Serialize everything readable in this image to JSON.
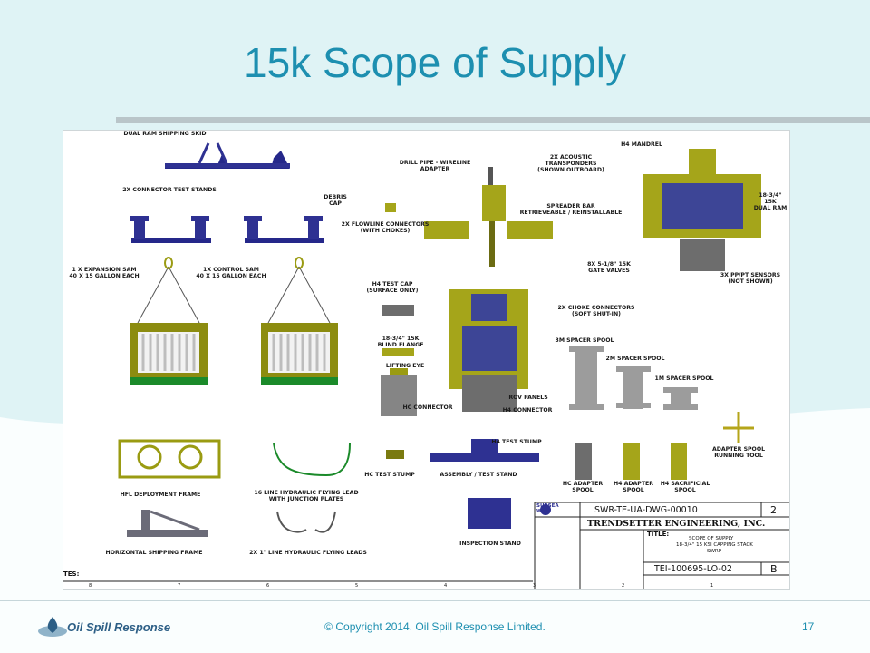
{
  "slide": {
    "title": "15k Scope of Supply",
    "copyright": "© Copyright 2014.  Oil Spill Response Limited.",
    "page_number": "17",
    "logo_text": "Oil Spill Response"
  },
  "drawing": {
    "labels": {
      "dual_ram_skid": "DUAL RAM SHIPPING SKID",
      "connector_test_stands": "2X CONNECTOR TEST STANDS",
      "expansion_sam": "1 X EXPANSION SAM\n40 X 15 GALLON EACH",
      "control_sam": "1X CONTROL SAM\n40 X 15 GALLON EACH",
      "hfl_frame": "HFL DEPLOYMENT FRAME",
      "horizontal_frame": "HORIZONTAL SHIPPING FRAME",
      "flying_lead_16": "16 LINE HYDRAULIC FLYING LEAD\nWITH JUNCTION PLATES",
      "flying_leads_1in": "2X 1\" LINE HYDRAULIC FLYING LEADS",
      "debris_cap": "DEBRIS CAP",
      "drill_pipe": "DRILL PIPE - WIRELINE\nADAPTER",
      "flowline_connectors": "2X FLOWLINE CONNECTORS\n(WITH CHOKES)",
      "acoustic_transponders": "2X ACOUSTIC\nTRANSPONDERS\n(SHOWN OUTBOARD)",
      "spreader_bar": "SPREADER BAR\nRETRIEVEABLE / REINSTALLABLE",
      "h4_mandrel": "H4 MANDREL",
      "dual_ram": "18-3/4\" 15K\nDUAL RAM",
      "gate_valves": "8X 5-1/8\" 15K\nGATE VALVES",
      "pp_pt_sensors": "3X PP/PT SENSORS\n(NOT SHOWN)",
      "h4_test_cap": "H4 TEST CAP\n(SURFACE ONLY)",
      "blind_flange": "18-3/4\" 15K\nBLIND FLANGE",
      "lifting_eye": "LIFTING EYE",
      "hc_connector": "HC CONNECTOR",
      "choke_connectors": "2X CHOKE CONNECTORS\n(SOFT SHUT-IN)",
      "rov_panels": "ROV PANELS",
      "h4_connector": "H4 CONNECTOR",
      "spool_3m": "3M SPACER SPOOL",
      "spool_2m": "2M SPACER SPOOL",
      "spool_1m": "1M SPACER SPOOL",
      "adapter_running_tool": "ADAPTER SPOOL\nRUNNING TOOL",
      "hc_test_stump": "HC TEST STUMP",
      "h4_test_stump": "H4 TEST STUMP",
      "assembly_test_stand": "ASSEMBLY / TEST STAND",
      "inspection_stand": "INSPECTION STAND",
      "hc_adapter_spool": "HC ADAPTER\nSPOOL",
      "h4_adapter_spool": "H4 ADAPTER\nSPOOL",
      "h4_sacrificial_spool": "H4 SACRIFICIAL\nSPOOL"
    },
    "title_block": {
      "drawing_no": "SWR-TE-UA-DWG-00010",
      "rev_top": "2",
      "company": "TRENDSETTER ENGINEERING, INC.",
      "title_label": "TITLE:",
      "title_line1": "SCOPE OF SUPPLY",
      "title_line2": "18-3/4\" 15 KSI CAPPING STACK",
      "title_line3": "SWRP",
      "part_no": "TEI-100695-LO-02",
      "rev_bottom": "B",
      "subsea_logo": "SUBSEA\nWELL"
    },
    "notes_label": "TES:",
    "grid_letters": [
      "8",
      "7",
      "6",
      "5",
      "4",
      "3",
      "2",
      "1"
    ]
  }
}
